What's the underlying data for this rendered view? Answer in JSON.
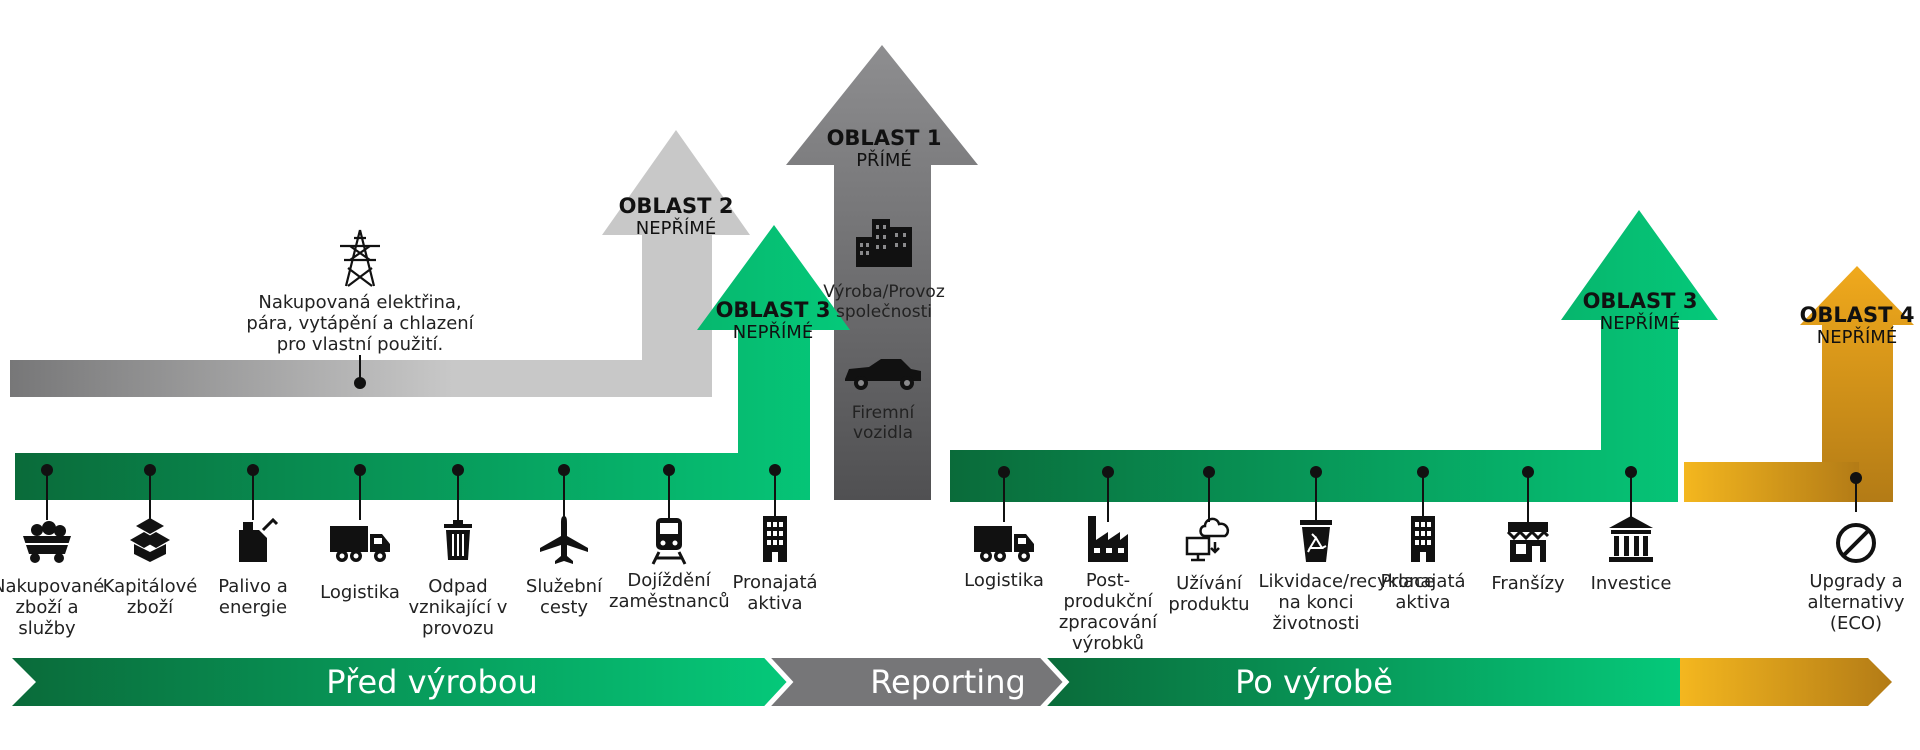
{
  "colors": {
    "green_dark": "#0a6b3a",
    "green_light": "#05c97a",
    "gray_light": "#c8c8c8",
    "gray_dark": "#5c5c5e",
    "gray_mid": "#7b7b7d",
    "gold": "#f4b71f",
    "gold_dark": "#b37b16"
  },
  "electricity_label": "Nakupovaná elektřina, pára, vytápění a chlazení pro vlastní použití.",
  "scopes": {
    "scope1": {
      "title": "OBLAST 1",
      "subtitle": "PŘÍMÉ"
    },
    "scope2": {
      "title": "OBLAST 2",
      "subtitle": "NEPŘÍMÉ"
    },
    "scope3_up": {
      "title": "OBLAST 3",
      "subtitle": "NEPŘÍMÉ"
    },
    "scope3_down": {
      "title": "OBLAST 3",
      "subtitle": "NEPŘÍMÉ"
    },
    "scope4": {
      "title": "OBLAST 4",
      "subtitle": "NEPŘÍMÉ"
    }
  },
  "company_items": [
    {
      "label": "Výroba/Provoz společnosti",
      "icon": "buildings-icon"
    },
    {
      "label": "Firemní vozidla",
      "icon": "car-icon"
    }
  ],
  "upstream_items": [
    {
      "label": "Nakupované zboží a služby",
      "icon": "mine-cart-icon"
    },
    {
      "label": "Kapitálové zboží",
      "icon": "boxes-icon"
    },
    {
      "label": "Palivo a energie",
      "icon": "fuel-can-icon"
    },
    {
      "label": "Logistika",
      "icon": "truck-icon"
    },
    {
      "label": "Odpad vznikající v provozu",
      "icon": "trash-icon"
    },
    {
      "label": "Služební cesty",
      "icon": "airplane-icon"
    },
    {
      "label": "Dojíždění zaměstnanců",
      "icon": "train-icon"
    },
    {
      "label": "Pronajatá aktiva",
      "icon": "building-icon"
    }
  ],
  "downstream_items": [
    {
      "label": "Logistika",
      "icon": "truck-icon"
    },
    {
      "label": "Post-produkční zpracování výrobků",
      "icon": "factory-icon"
    },
    {
      "label": "Užívání produktu",
      "icon": "computer-cloud-icon"
    },
    {
      "label": "Likvidace/recyklace na konci životnosti",
      "icon": "recycle-bin-icon"
    },
    {
      "label": "Pronajatá aktiva",
      "icon": "building-icon"
    },
    {
      "label": "Franšízy",
      "icon": "storefront-icon"
    },
    {
      "label": "Investice",
      "icon": "bank-icon"
    }
  ],
  "extra_item": {
    "label": "Upgrady a alternativy (ECO)",
    "icon": "ban-icon"
  },
  "bands": {
    "before": "Před výrobou",
    "reporting": "Reporting",
    "after": "Po výrobě"
  }
}
